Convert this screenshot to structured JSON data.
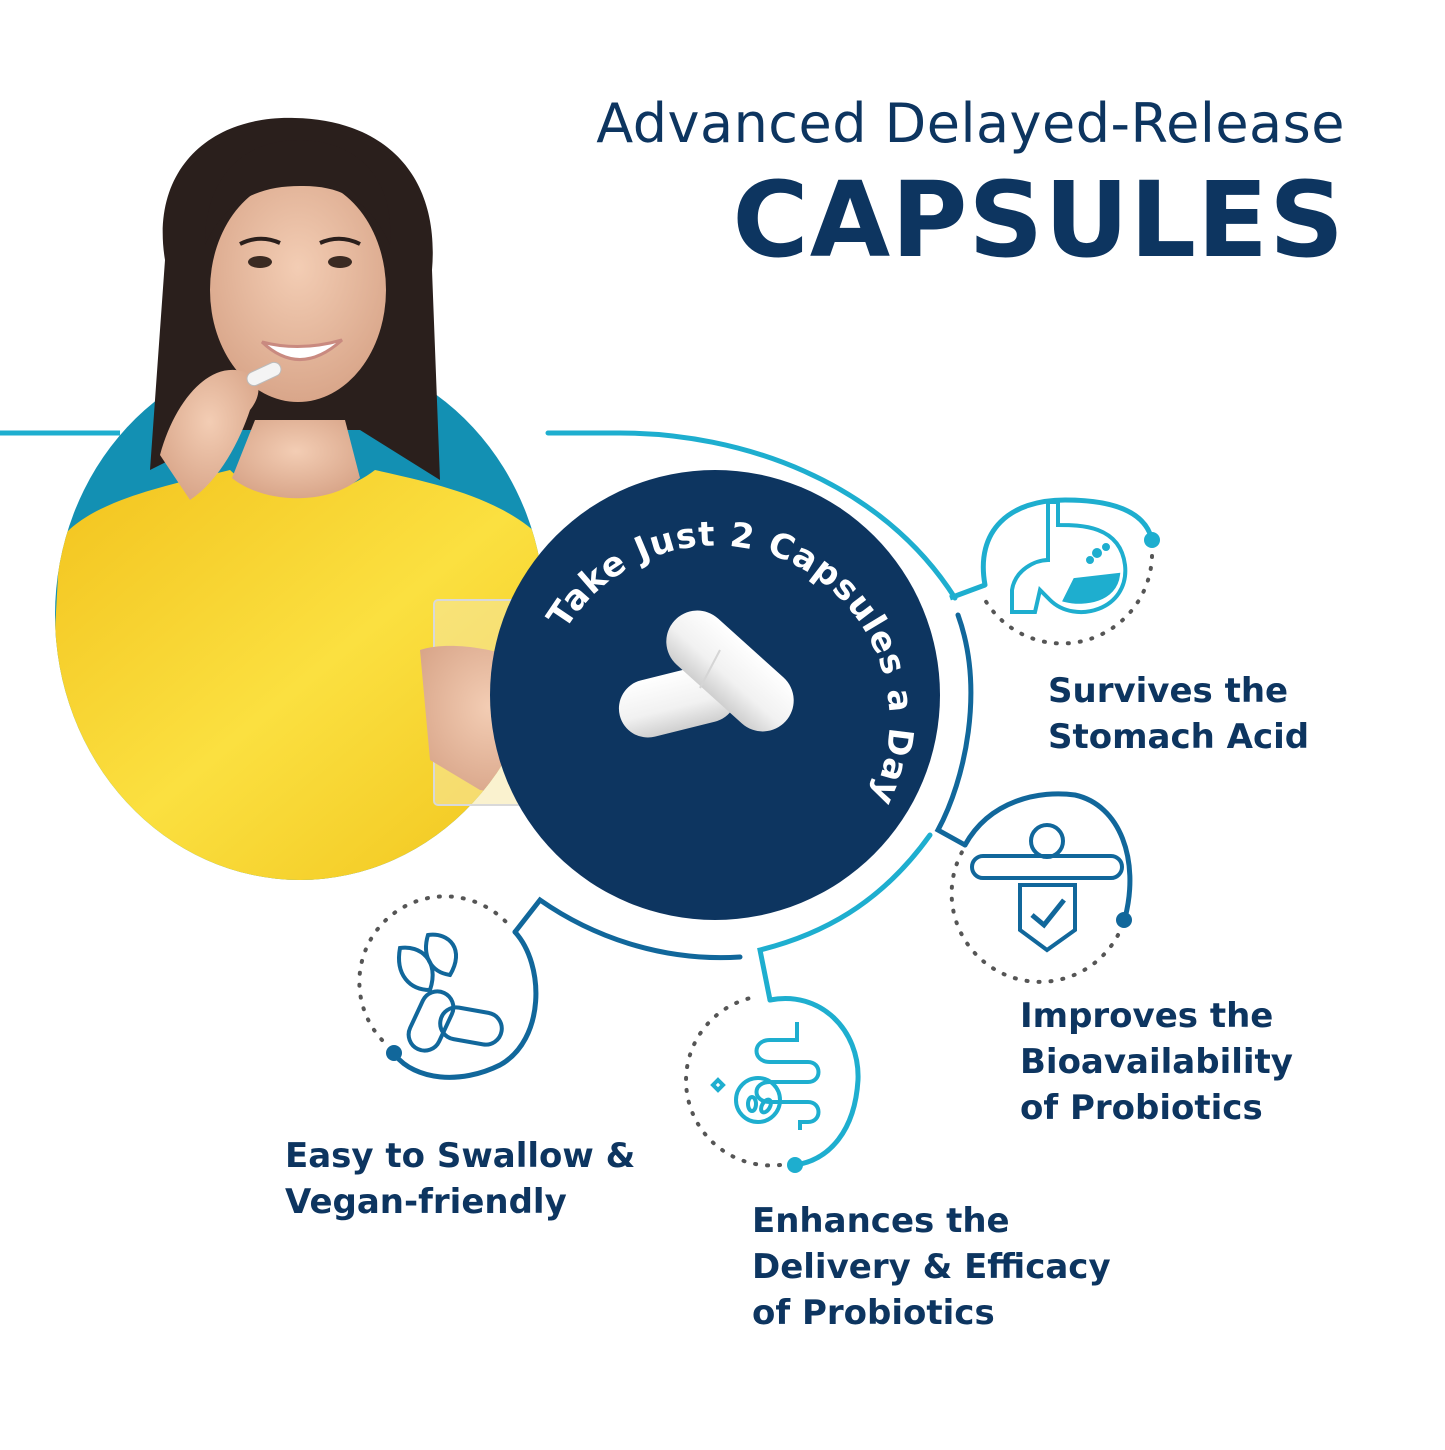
{
  "header": {
    "subtitle": "Advanced Delayed-Release",
    "title": "CAPSULES"
  },
  "center_badge": {
    "curved_text": "Take Just 2 Capsules a Day",
    "image": "two-white-capsules"
  },
  "hero_image": {
    "description": "woman-taking-capsule-holding-water-glass"
  },
  "features": [
    {
      "icon": "stomach-icon",
      "lines": [
        "Survives the",
        "Stomach Acid"
      ]
    },
    {
      "icon": "body-shield-icon",
      "lines": [
        "Improves the",
        "Bioavailability",
        "of Probiotics"
      ]
    },
    {
      "icon": "intestine-icon",
      "lines": [
        "Enhances the",
        "Delivery & Efficacy",
        "of Probiotics"
      ]
    },
    {
      "icon": "leaf-capsule-icon",
      "lines": [
        "Easy to Swallow &",
        "Vegan-friendly"
      ]
    }
  ],
  "colors": {
    "navy": "#0d3560",
    "cyan": "#1eaecf",
    "blue": "#11679b",
    "teal_bg": "#1390b3",
    "yellow": "#f7d52a",
    "dots": "#555555"
  }
}
